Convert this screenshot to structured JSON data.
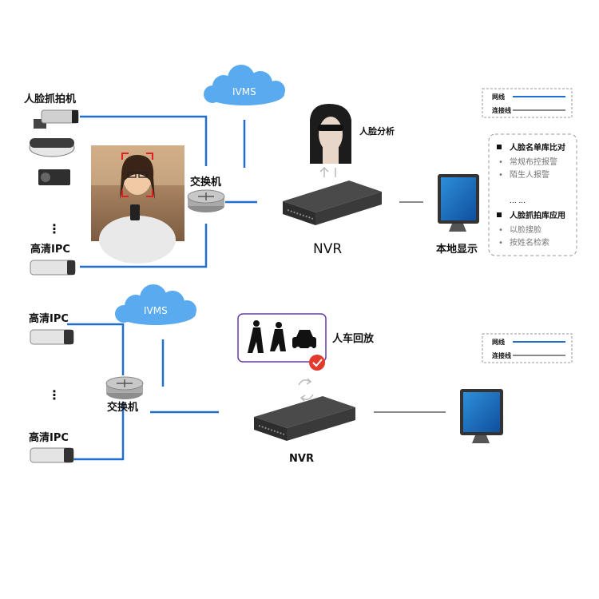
{
  "top": {
    "face_capture_label": "人脸抓拍机",
    "hd_ipc_label": "高清IPC",
    "ellipsis": "⋮",
    "ivms_label": "IVMS",
    "switch_label": "交换机",
    "nvr_label": "NVR",
    "face_analysis_label": "人脸分析",
    "local_display_label": "本地显示",
    "legend": {
      "network": "网线",
      "connect": "连接线"
    },
    "features": {
      "group1_title": "人脸名单库比对",
      "group1_items": [
        "常规布控报警",
        "陌生人报警"
      ],
      "more": "... ...",
      "group2_title": "人脸抓拍库应用",
      "group2_items": [
        "以脸搜脸",
        "按姓名检索"
      ]
    }
  },
  "bottom": {
    "hd_ipc_label_1": "高清IPC",
    "hd_ipc_label_2": "高清IPC",
    "ellipsis": "⋮",
    "ivms_label": "IVMS",
    "switch_label": "交换机",
    "nvr_label": "NVR",
    "playback_label": "人车回放",
    "legend": {
      "network": "网线",
      "connect": "连接线"
    }
  },
  "colors": {
    "line_blue": "#1f6fd1",
    "line_gray": "#8a8a8a",
    "cloud": "#5aaaf0"
  }
}
